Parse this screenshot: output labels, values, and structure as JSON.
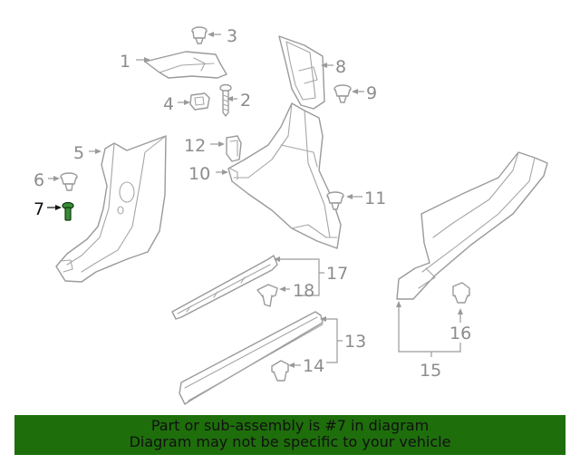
{
  "diagram": {
    "callouts": {
      "c1": "1",
      "c2": "2",
      "c3": "3",
      "c4": "4",
      "c5": "5",
      "c6": "6",
      "c7": "7",
      "c8": "8",
      "c9": "9",
      "c10": "10",
      "c11": "11",
      "c12": "12",
      "c13": "13",
      "c14": "14",
      "c15": "15",
      "c16": "16",
      "c17": "17",
      "c18": "18"
    },
    "highlighted_part": "7",
    "colors": {
      "line": "#9a9a9a",
      "highlight": "#3a8a36",
      "banner": "#1e6e0c"
    }
  },
  "banner": {
    "line1": "Part or sub-assembly is #7 in diagram",
    "line2": "Diagram may not be specific to your vehicle"
  }
}
